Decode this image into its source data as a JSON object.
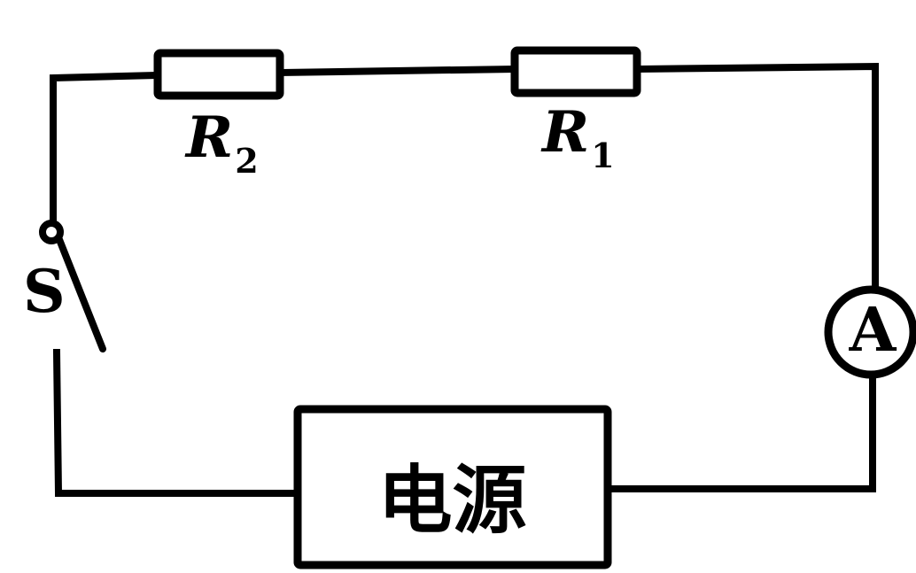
{
  "diagram": {
    "type": "series circuit",
    "components": {
      "resistor_2": {
        "symbol": "R",
        "subscript": "2"
      },
      "resistor_1": {
        "symbol": "R",
        "subscript": "1"
      },
      "switch": {
        "label": "S",
        "state": "open"
      },
      "ammeter": {
        "label": "A"
      },
      "power_source": {
        "label": "电源"
      }
    },
    "colors": {
      "line": "#000000",
      "background": "#ffffff"
    }
  }
}
